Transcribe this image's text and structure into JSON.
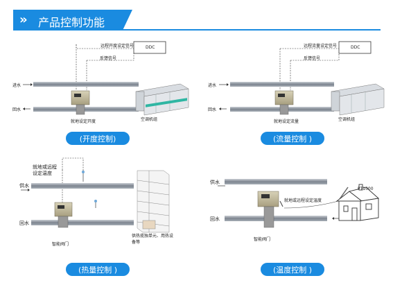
{
  "header": {
    "title": "产品控制功能",
    "chevron": "»"
  },
  "panels": {
    "opening": {
      "remote_signal": "远程开度设定信号",
      "feedback": "反馈信号",
      "ddc": "DDC",
      "supply": "进水",
      "return": "回水",
      "local_set": "就地设定开度",
      "ahu": "空调机组",
      "button": "(开度控制)"
    },
    "flow": {
      "remote_signal": "远程流量设定信号",
      "feedback": "反馈信号",
      "ddc": "DDC",
      "supply": "进水",
      "return": "回水",
      "local_set": "就地设定流量",
      "ahu": "空调机组",
      "button": "(流量控制 )"
    },
    "heat": {
      "setting": "就地或远程\n设定温度",
      "supply": "供水",
      "return": "回水",
      "valve": "智能阀门",
      "terminal": "供热揽独单元、用热设\n备等",
      "button": "(热量控制 )"
    },
    "temperature": {
      "supply": "供水",
      "return": "回水",
      "setting": "就地或远程设定温度",
      "sensor": "PT1000",
      "valve": "智能阀门",
      "button": "(温度控制 )"
    }
  },
  "colors": {
    "accent": "#1a8be0",
    "pipe": "#8a9099",
    "valve": "#b8b29a"
  }
}
